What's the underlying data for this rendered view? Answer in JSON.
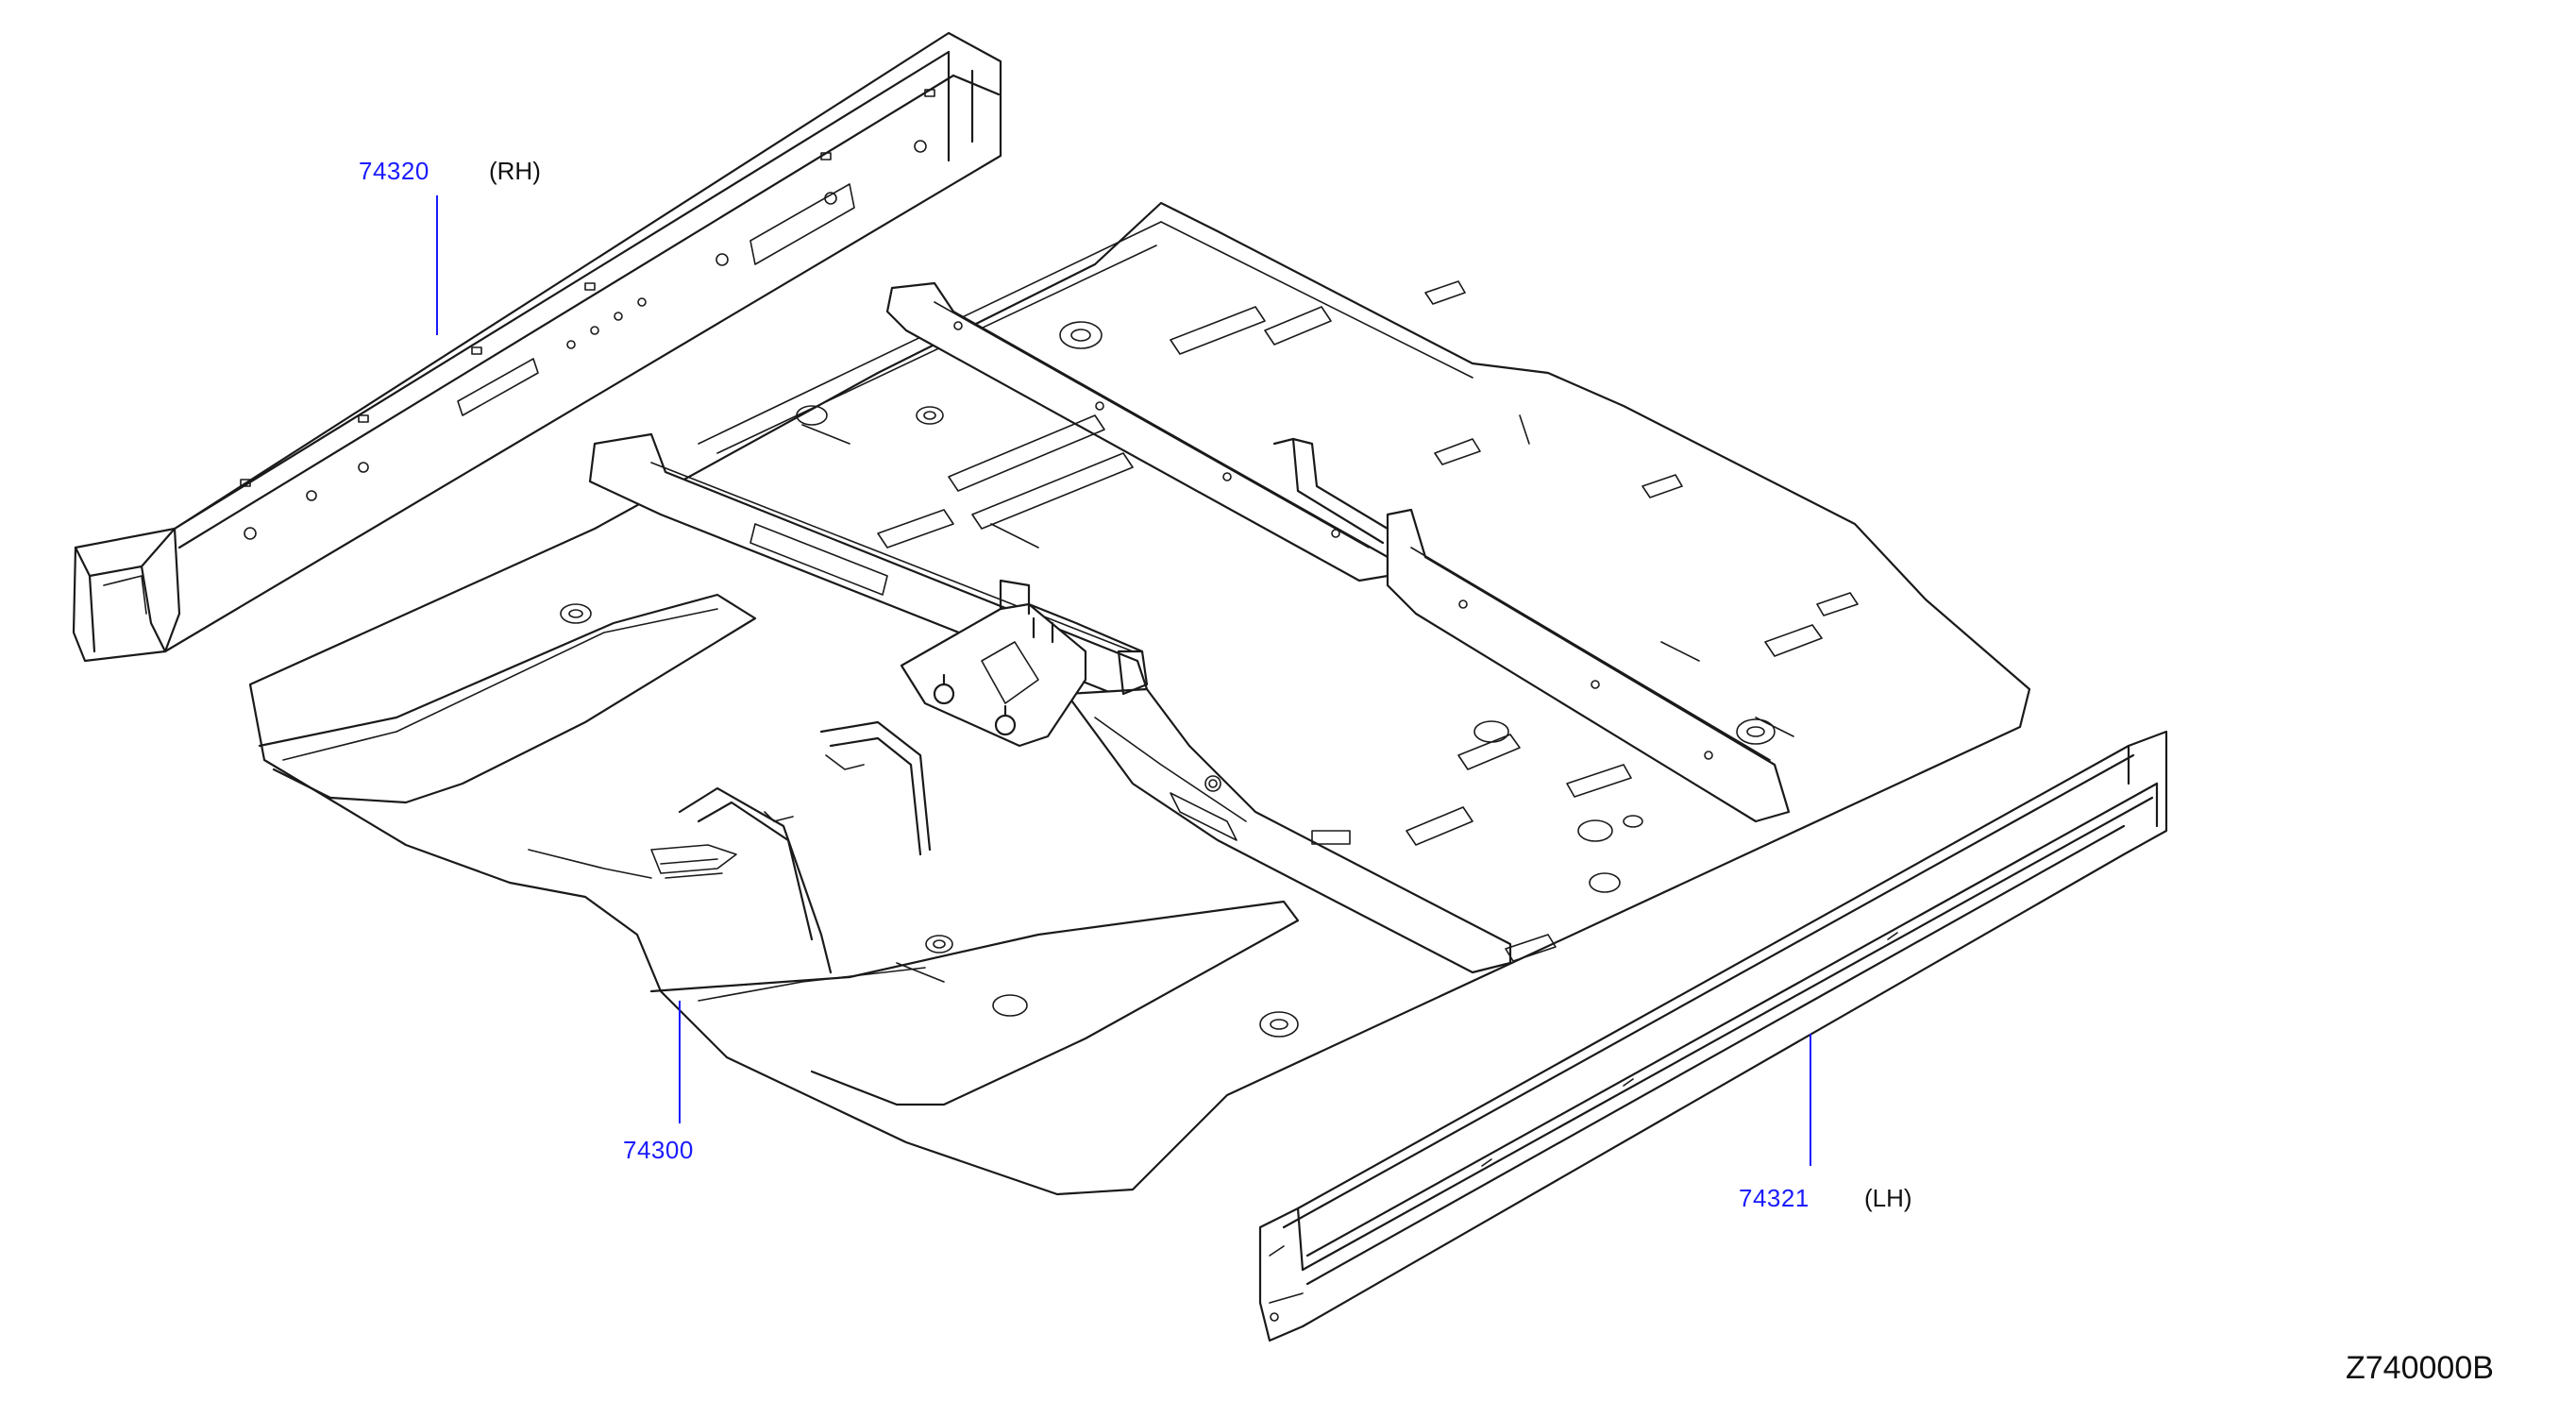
{
  "colors": {
    "callout": "#1a1aff",
    "line": "#1a1a1a",
    "text": "#111111",
    "background": "#ffffff"
  },
  "callouts": [
    {
      "id": "rh-rail",
      "number": "74320",
      "side": "(RH)"
    },
    {
      "id": "floor-panel",
      "number": "74300",
      "side": ""
    },
    {
      "id": "lh-rail",
      "number": "74321",
      "side": "(LH)"
    }
  ],
  "diagram_code": "Z740000B"
}
